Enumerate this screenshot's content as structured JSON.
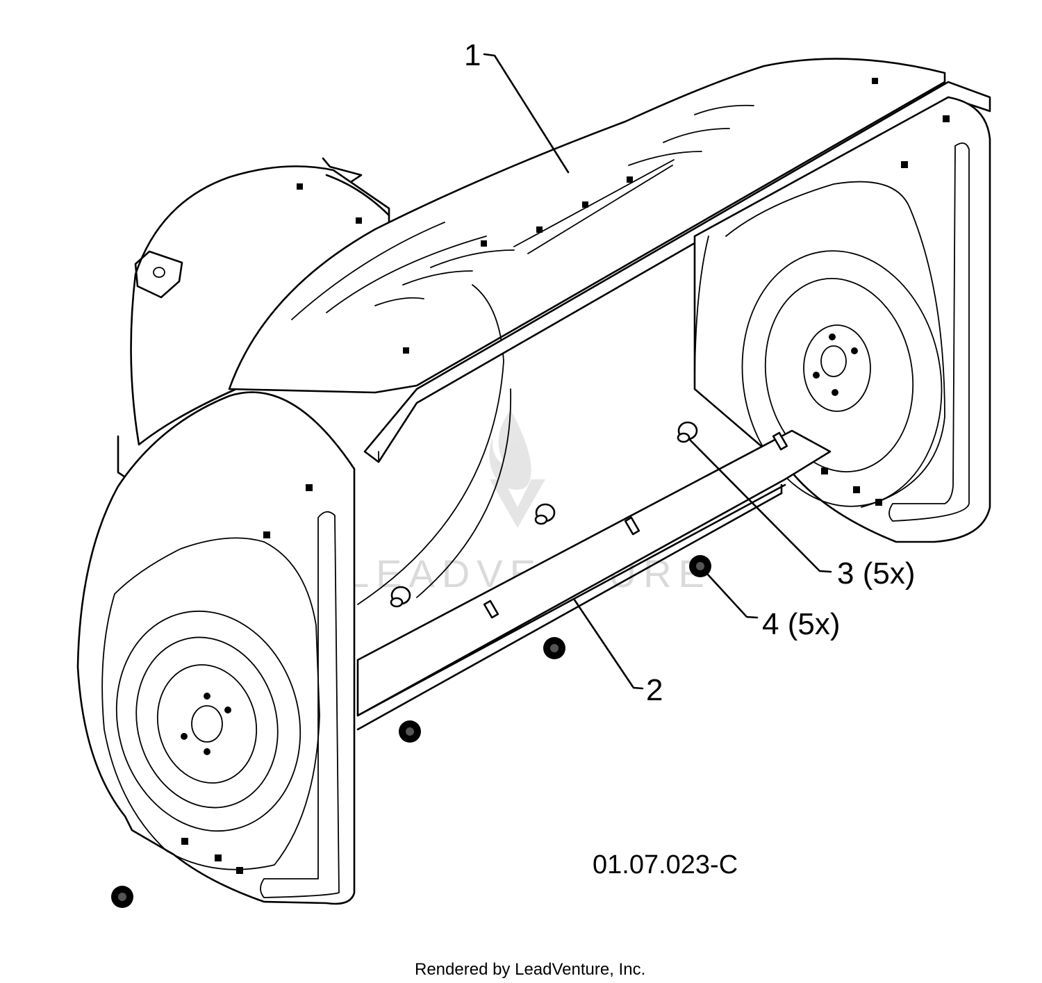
{
  "callouts": [
    {
      "id": "1",
      "label": "1"
    },
    {
      "id": "2",
      "label": "2"
    },
    {
      "id": "3",
      "label": "3 (5x)"
    },
    {
      "id": "4",
      "label": "4 (5x)"
    }
  ],
  "diagram_code": "01.07.023-C",
  "watermark": "LEADVENTURE",
  "footer": "Rendered by LeadVenture, Inc."
}
